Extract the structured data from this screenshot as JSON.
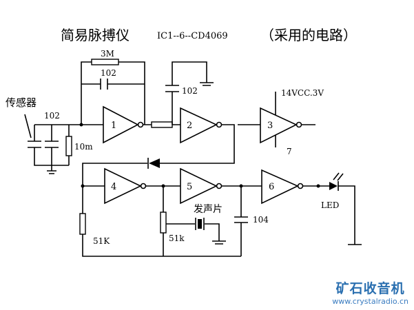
{
  "title": {
    "main": "简易脉搏仪",
    "ic": "IC1--6--CD4069",
    "note": "（采用的电路）"
  },
  "labels": {
    "r_feedback": "3M",
    "c_feedback": "102",
    "c_coupling": "102",
    "sensor": "传感器",
    "c_sensor": "102",
    "r_sensor": "10m",
    "vcc": "14VCC.3V",
    "pin_gnd": "7",
    "r4": "51K",
    "r5": "51k",
    "buzzer": "发声片",
    "c104": "104",
    "led": "LED"
  },
  "gates": [
    "1",
    "2",
    "3",
    "4",
    "5",
    "6"
  ],
  "watermark": {
    "cn": "矿石收音机",
    "url": "www.crystalradio.cn"
  }
}
